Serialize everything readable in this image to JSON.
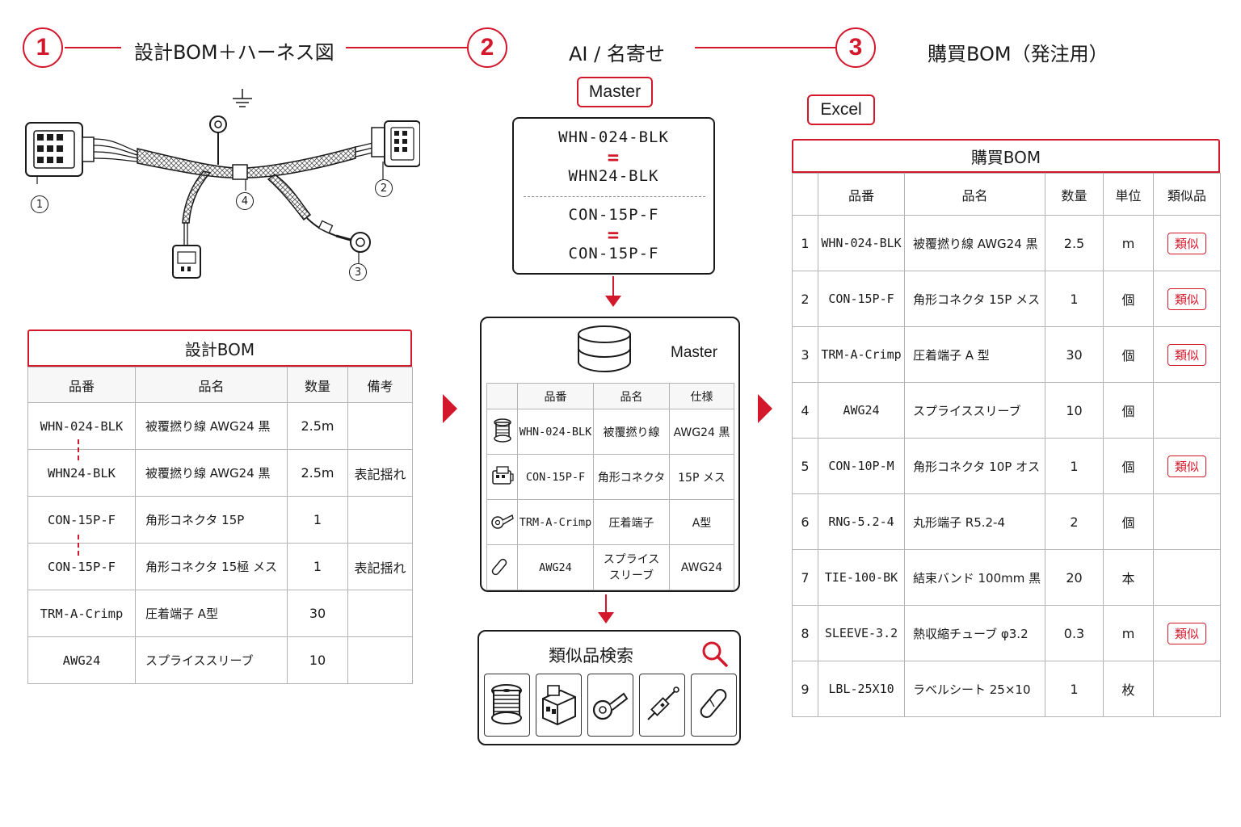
{
  "steps": [
    {
      "number": "1",
      "title": "設計BOM＋ハーネス図"
    },
    {
      "number": "2",
      "title": "AI / 名寄せ"
    },
    {
      "number": "3",
      "title": "購買BOM（発注用）"
    }
  ],
  "accent_color": "#d3182b",
  "harness_labels": [
    "1",
    "2",
    "3",
    "4"
  ],
  "design_bom": {
    "title": "設計BOM",
    "headers": [
      "品番",
      "品名",
      "数量",
      "備考"
    ],
    "rows": [
      {
        "pn": "WHN-024-BLK",
        "name": "被覆撚り線 AWG24 黒",
        "qty": "2.5m",
        "note": ""
      },
      {
        "pn": "WHN24-BLK",
        "name": "被覆撚り線 AWG24 黒",
        "qty": "2.5m",
        "note": "表記揺れ"
      },
      {
        "pn": "CON-15P-F",
        "name": "角形コネクタ 15P",
        "qty": "1",
        "note": ""
      },
      {
        "pn": "CON-15P-F",
        "name": "角形コネクタ 15極 メス",
        "qty": "1",
        "note": "表記揺れ"
      },
      {
        "pn": "TRM-A-Crimp",
        "name": "圧着端子 A型",
        "qty": "30",
        "note": ""
      },
      {
        "pn": "AWG24",
        "name": "スプライススリーブ",
        "qty": "10",
        "note": ""
      }
    ]
  },
  "master_tag": "Master",
  "mapping": [
    {
      "from": "WHN-024-BLK",
      "to": "WHN24-BLK"
    },
    {
      "from": "CON-15P-F",
      "to": "CON-15P-F"
    }
  ],
  "equals_sign": "=",
  "master_db": {
    "label": "Master",
    "headers": [
      "品番",
      "品名",
      "仕様"
    ],
    "rows": [
      {
        "icon": "wire-spool-icon",
        "pn": "WHN-024-BLK",
        "name": "被覆撚り線",
        "spec": "AWG24 黒"
      },
      {
        "icon": "connector-icon",
        "pn": "CON-15P-F",
        "name": "角形コネクタ",
        "spec": "15P メス"
      },
      {
        "icon": "ring-terminal-icon",
        "pn": "TRM-A-Crimp",
        "name": "圧着端子",
        "spec": "A型"
      },
      {
        "icon": "splice-sleeve-icon",
        "pn": "AWG24",
        "name_line1": "スプライス",
        "name_line2": "スリーブ",
        "spec": "AWG24"
      }
    ]
  },
  "similar_search": {
    "title": "類似品検索",
    "icons": [
      "wire-spool-icon",
      "connector-icon",
      "ring-terminal-icon",
      "crimp-terminal-icon",
      "sleeve-icon"
    ]
  },
  "excel_tag": "Excel",
  "purchase_bom": {
    "title": "購買BOM",
    "headers": [
      "",
      "品番",
      "品名",
      "数量",
      "単位",
      "類似品"
    ],
    "badge_label": "類似",
    "rows": [
      {
        "no": "1",
        "pn": "WHN-024-BLK",
        "name": "被覆撚り線 AWG24 黒",
        "qty": "2.5",
        "unit": "m",
        "similar": true
      },
      {
        "no": "2",
        "pn": "CON-15P-F",
        "name": "角形コネクタ 15P メス",
        "qty": "1",
        "unit": "個",
        "similar": true
      },
      {
        "no": "3",
        "pn": "TRM-A-Crimp",
        "name": "圧着端子 A 型",
        "qty": "30",
        "unit": "個",
        "similar": true
      },
      {
        "no": "4",
        "pn": "AWG24",
        "name": "スプライススリーブ",
        "qty": "10",
        "unit": "個",
        "similar": false
      },
      {
        "no": "5",
        "pn": "CON-10P-M",
        "name": "角形コネクタ 10P オス",
        "qty": "1",
        "unit": "個",
        "similar": true
      },
      {
        "no": "6",
        "pn": "RNG-5.2-4",
        "name": "丸形端子 R5.2-4",
        "qty": "2",
        "unit": "個",
        "similar": false
      },
      {
        "no": "7",
        "pn": "TIE-100-BK",
        "name": "結束バンド 100mm 黒",
        "qty": "20",
        "unit": "本",
        "similar": false
      },
      {
        "no": "8",
        "pn": "SLEEVE-3.2",
        "name": "熱収縮チューブ φ3.2",
        "qty": "0.3",
        "unit": "m",
        "similar": true
      },
      {
        "no": "9",
        "pn": "LBL-25X10",
        "name": "ラベルシート 25×10",
        "qty": "1",
        "unit": "枚",
        "similar": false
      }
    ]
  }
}
